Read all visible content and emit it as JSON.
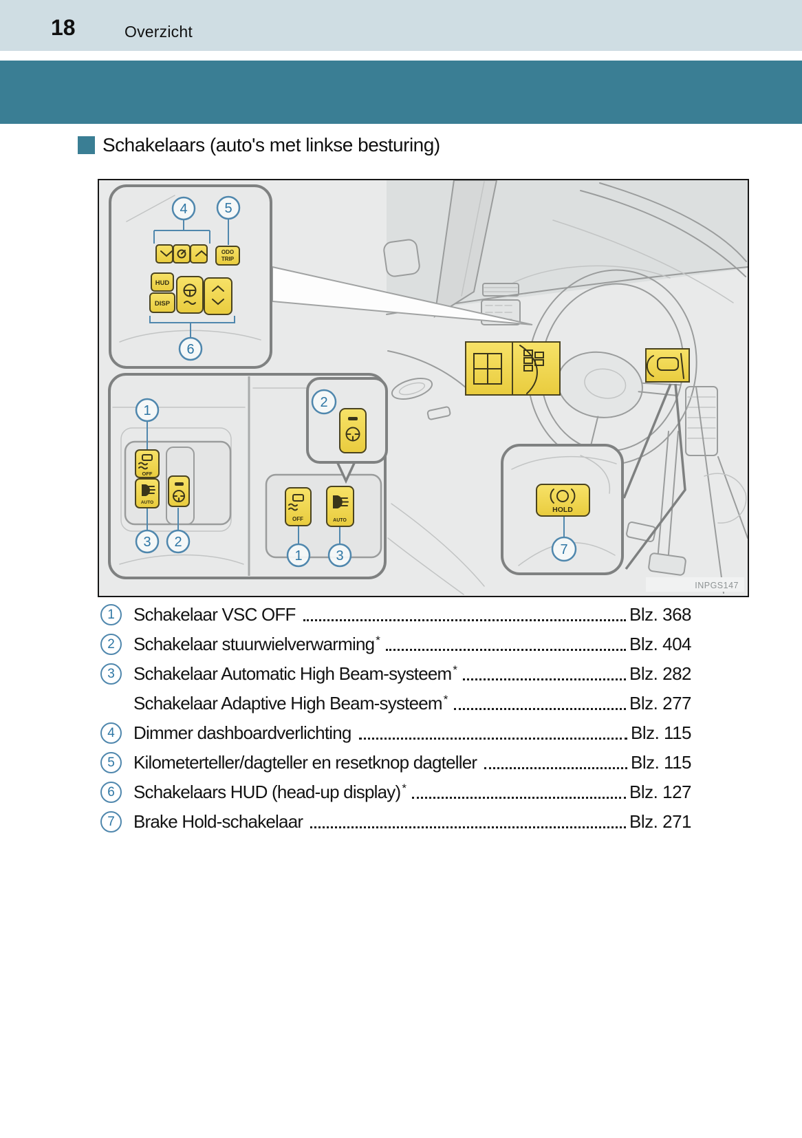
{
  "page": {
    "number": "18",
    "section": "Overzicht"
  },
  "heading": "Schakelaars (auto's met linkse besturing)",
  "figure": {
    "code": "INPGS147",
    "callout_numbers": {
      "n1": "1",
      "n2": "2",
      "n3": "3",
      "n4": "4",
      "n5": "5",
      "n6": "6",
      "n7": "7"
    },
    "button_labels": {
      "hud": "HUD",
      "disp": "DISP",
      "odo": "ODO",
      "trip": "TRIP",
      "off": "OFF",
      "auto": "AUTO",
      "hold": "HOLD"
    }
  },
  "list": {
    "rows": [
      {
        "num": "1",
        "text": "Schakelaar VSC OFF",
        "star": "",
        "page": "Blz. 368"
      },
      {
        "num": "2",
        "text": "Schakelaar stuurwielverwarming",
        "star": "*",
        "page": "Blz. 404"
      },
      {
        "num": "3",
        "text": "Schakelaar Automatic High Beam-systeem",
        "star": "*",
        "page": "Blz. 282"
      },
      {
        "num": "",
        "text": "Schakelaar Adaptive High Beam-systeem",
        "star": "*",
        "page": "Blz. 277"
      },
      {
        "num": "4",
        "text": "Dimmer dashboardverlichting",
        "star": "",
        "page": "Blz. 115"
      },
      {
        "num": "5",
        "text": "Kilometerteller/dagteller en resetknop dagteller",
        "star": "",
        "page": "Blz. 115"
      },
      {
        "num": "6",
        "text": "Schakelaars HUD (head-up display)",
        "star": "*",
        "page": "Blz. 127"
      },
      {
        "num": "7",
        "text": "Brake Hold-schakelaar",
        "star": "",
        "page": "Blz. 271"
      }
    ]
  },
  "colors": {
    "teal": "#3a7e94",
    "header_band": "#cfdde3",
    "callout_blue": "#4f87ad",
    "switch_yellow": "#f2d84b"
  }
}
